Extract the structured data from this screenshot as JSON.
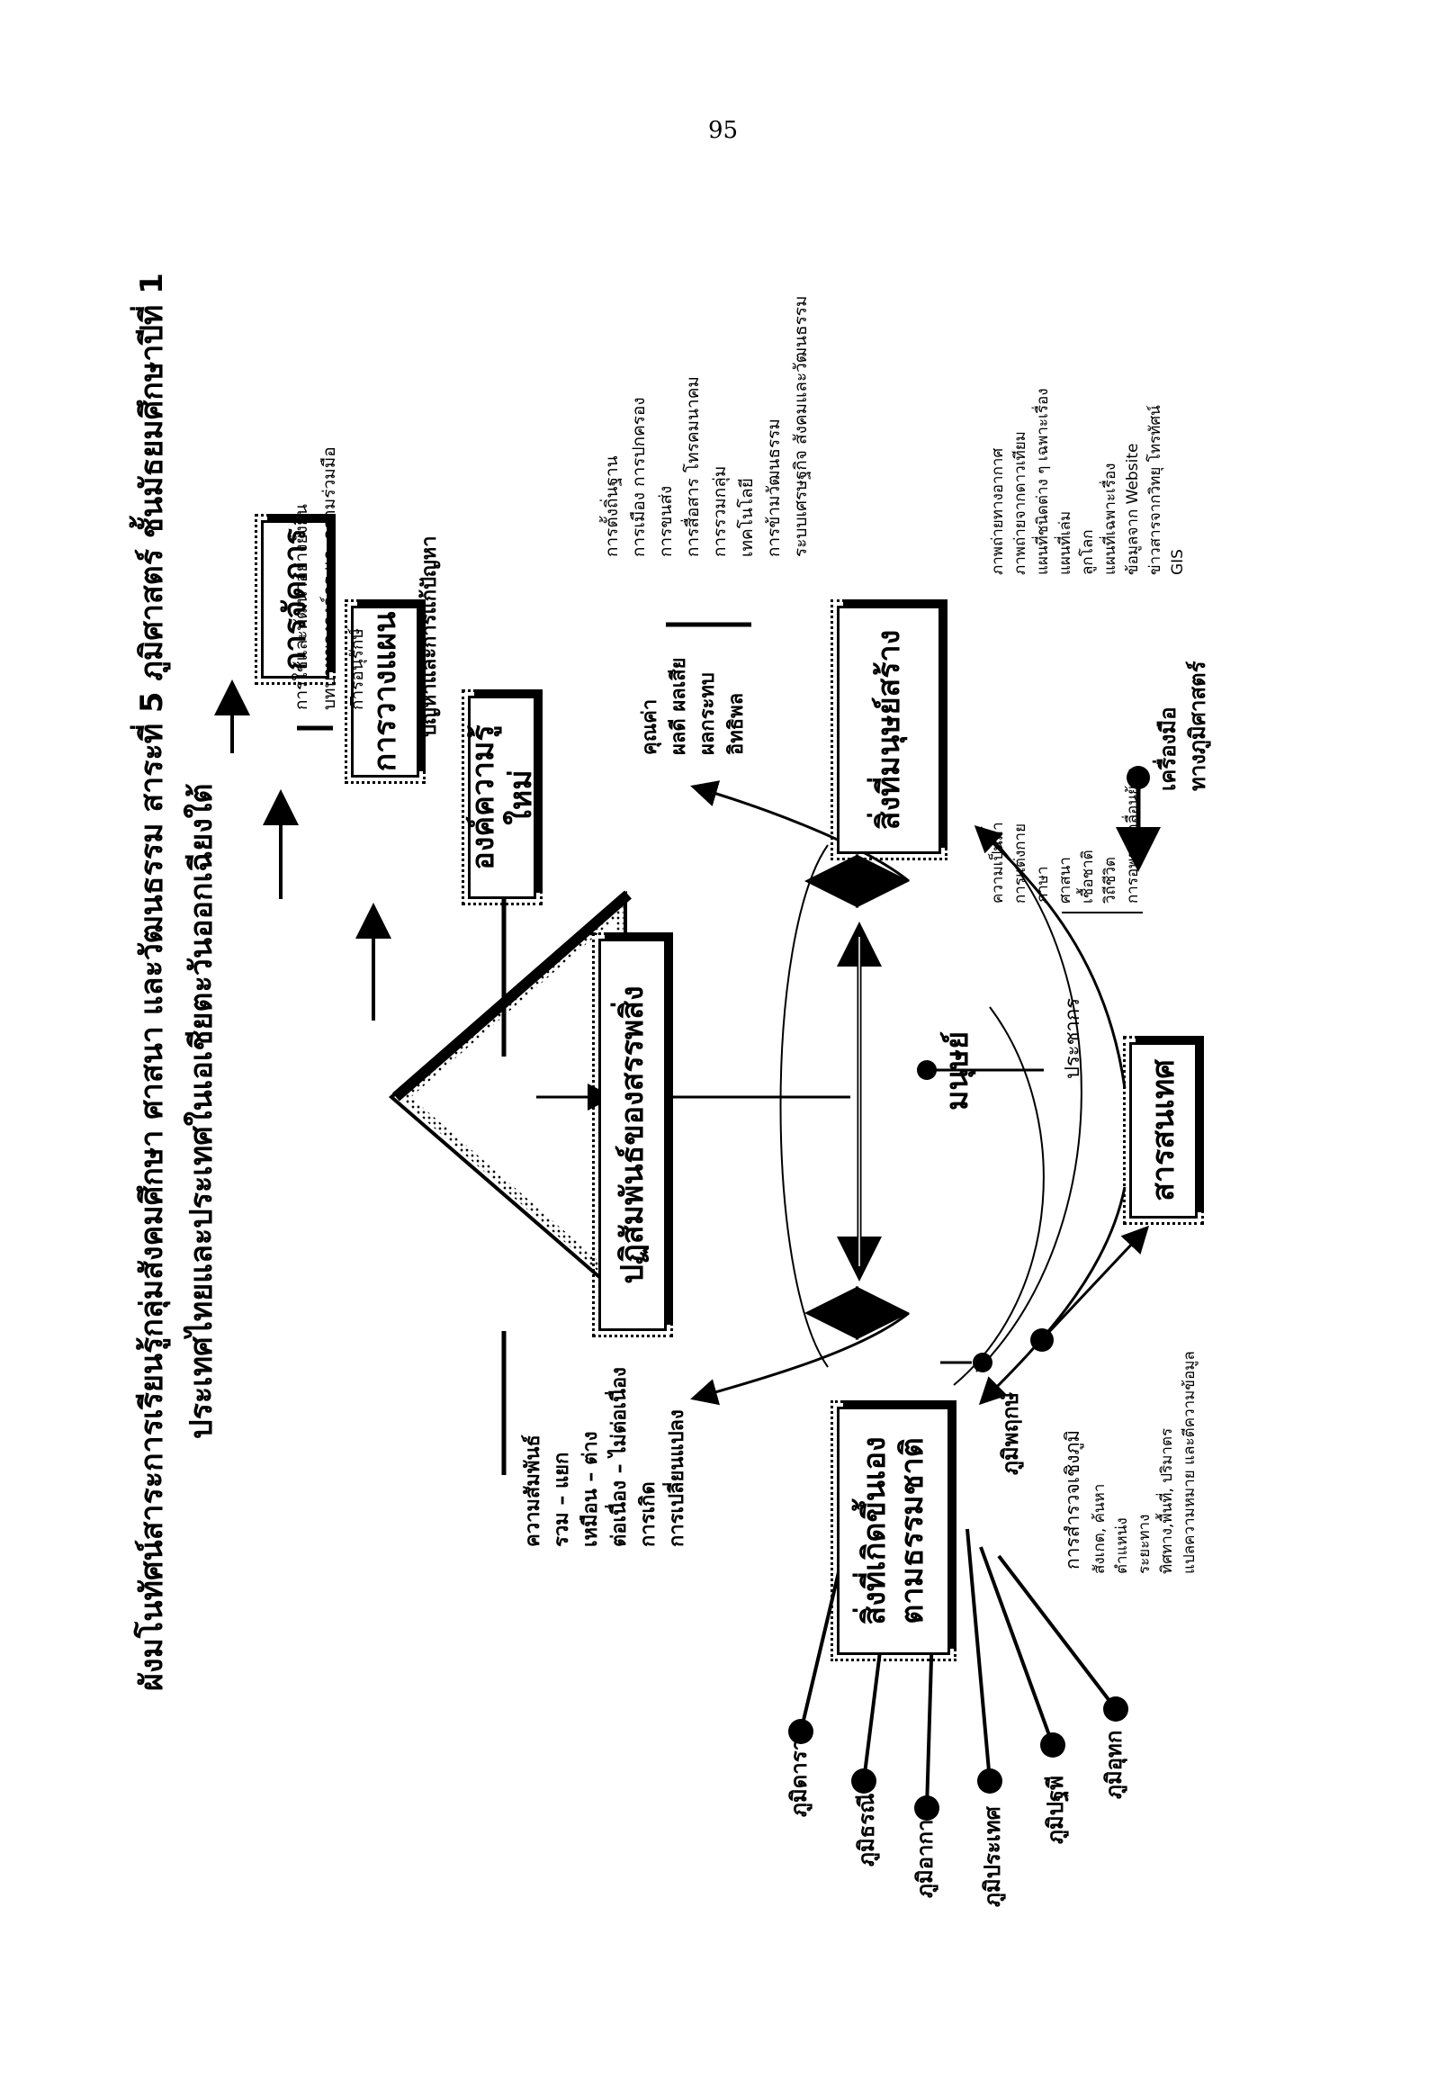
{
  "page_number": "95",
  "title": {
    "line1": "ผังมโนทัศน์สาระการเรียนรู้กลุ่มสังคมศึกษา ศาสนา และวัฒนธรรม สาระที่ 5 ภูมิศาสตร์  ชั้นมัธยมศึกษาปีที่ 1",
    "line2": "ประเทศไทยและประเทศในเอเชียตะวันออกเฉียงใต้"
  },
  "boxes": {
    "management": "การจัดการ",
    "planning": "การวางแผน",
    "new_knowledge": "องค์ความรู้ใหม่",
    "interaction": "ปฏิสัมพันธ์ของสรรพสิ่ง",
    "human": "มนุษย์",
    "natural_line1": "สิ่งที่เกิดขึ้นเอง",
    "natural_line2": "ตามธรรมชาติ",
    "manmade": "สิ่งที่มนุษย์สร้าง",
    "information": "สารสนเทศ"
  },
  "management_items": [
    "การใช้และพัฒนาอย่างยั่งยืน",
    "บทบาทขององค์กร และความร่วมมือ",
    "การอนุรักษ์"
  ],
  "planning_label": "ปัญหาและการแก้ปัญหา",
  "interaction_right": [
    "คุณค่า",
    "ผลดี ผลเสีย",
    "ผลกระทบ",
    "อิทธิพล"
  ],
  "interaction_left": [
    "ความสัมพันธ์",
    "รวม – แยก",
    "เหมือน – ต่าง",
    "ต่อเนื่อง – ไม่ต่อเนื่อง",
    "การเกิด",
    "การเปลี่ยนแปลง"
  ],
  "manmade_items": [
    "การตั้งถิ่นฐาน",
    "การเมือง การปกครอง",
    "การขนส่ง",
    "การสื่อสาร โทรคมนาคม",
    "การรวมกลุ่ม",
    "เทคโนโลยี",
    "การข้ามวัฒนธรรม",
    "ระบบเศรษฐกิจ สังคมและวัฒนธรรม"
  ],
  "population_label": "ประชากร",
  "population_items": [
    "ความเป็นมา",
    "การแต่งกาย",
    "ภาษา",
    "ศาสนา",
    "เชื้อชาติ",
    "วิถีชีวิต",
    "การอพยพเคลื่อนย้าย"
  ],
  "geo_tools": {
    "label_line1": "เครื่องมือ",
    "label_line2": "ทางภูมิศาสตร์",
    "items": [
      "ภาพถ่ายทางอากาศ",
      "ภาพถ่ายจากดาวเทียม",
      "แผนที่ชนิดต่าง ๆ เฉพาะเรื่อง",
      "แผนที่เล่ม",
      "ลูกโลก",
      "แผนที่เฉพาะเรื่อง",
      "ข้อมูลจาก Website",
      "ข่าวสารจากวิทยุ โทรทัศน์",
      "GIS"
    ]
  },
  "survey": {
    "label": "การสำรวจเชิงภูมิ",
    "items": [
      "สังเกต, ค้นหา",
      "ตำแหน่ง",
      "ระยะทาง",
      "ทิศทาง,พื้นที่, ปริมาตร",
      "แปลความหมาย และตีความข้อมูล"
    ]
  },
  "geo_spheres": [
    "ภูมิพฤกษ์",
    "ภูมิดารา",
    "ภูมิธรณี",
    "ภูมิอากาศ",
    "ภูมิประเทศ",
    "ภูมิปฐพี",
    "ภูมิอุทก"
  ]
}
